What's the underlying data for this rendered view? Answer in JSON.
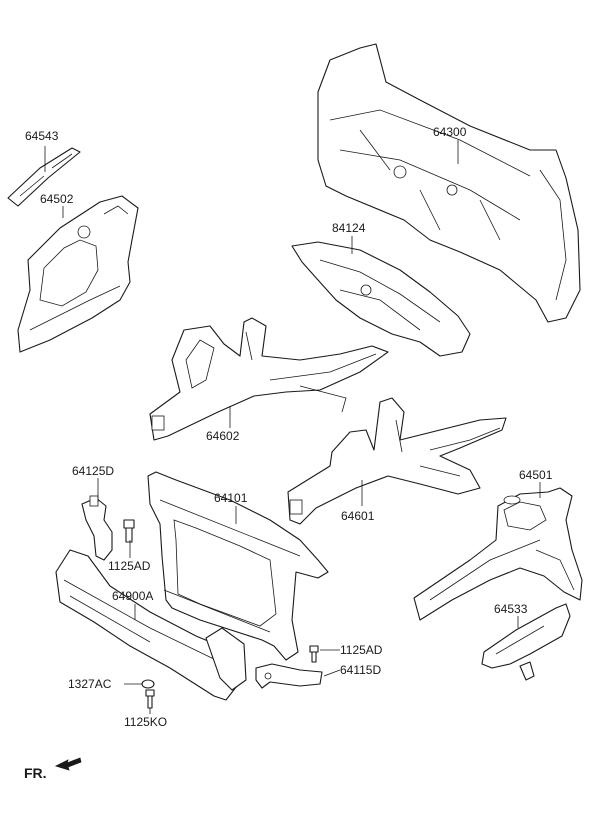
{
  "parts": {
    "p64543": "64543",
    "p64502": "64502",
    "p64300": "64300",
    "p84124": "84124",
    "p64602": "64602",
    "p64101": "64101",
    "p64601": "64601",
    "p64125D": "64125D",
    "p1125AD_a": "1125AD",
    "p64501": "64501",
    "p64900A": "64900A",
    "p64533": "64533",
    "p1125AD_b": "1125AD",
    "p64115D": "64115D",
    "p1327AC": "1327AC",
    "p1125KO": "1125KO"
  },
  "direction": {
    "label": "FR."
  }
}
